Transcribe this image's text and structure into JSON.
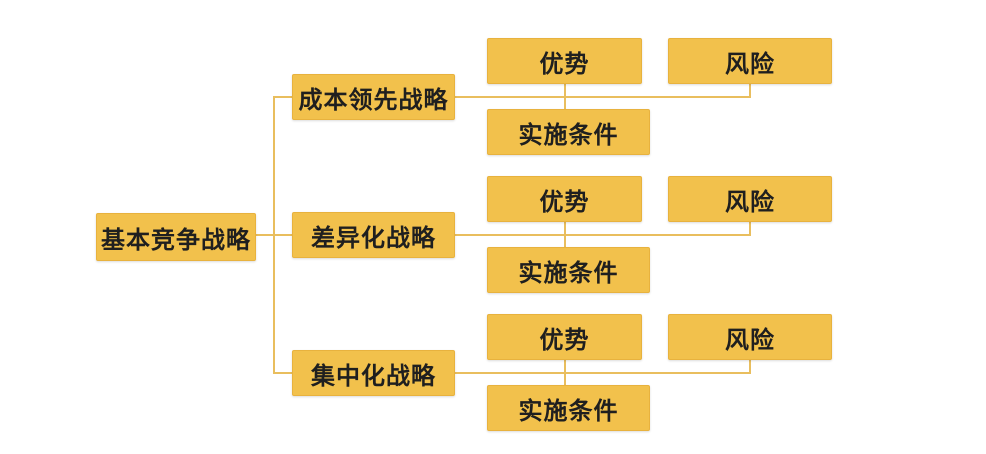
{
  "diagram": {
    "title_hint": "mind map of basic competitive strategies",
    "root": {
      "label": "基本竞争战略"
    },
    "branches": [
      {
        "label": "成本领先战略",
        "children": [
          {
            "label": "优势"
          },
          {
            "label": "风险"
          },
          {
            "label": "实施条件"
          }
        ]
      },
      {
        "label": "差异化战略",
        "children": [
          {
            "label": "优势"
          },
          {
            "label": "风险"
          },
          {
            "label": "实施条件"
          }
        ]
      },
      {
        "label": "集中化战略",
        "children": [
          {
            "label": "优势"
          },
          {
            "label": "风险"
          },
          {
            "label": "实施条件"
          }
        ]
      }
    ]
  },
  "colors": {
    "node_fill": "#F2C14C",
    "node_border": "#E8B23E",
    "connector": "#E9BE5E",
    "text": "#1F1F1F",
    "background": "#FFFFFF"
  }
}
